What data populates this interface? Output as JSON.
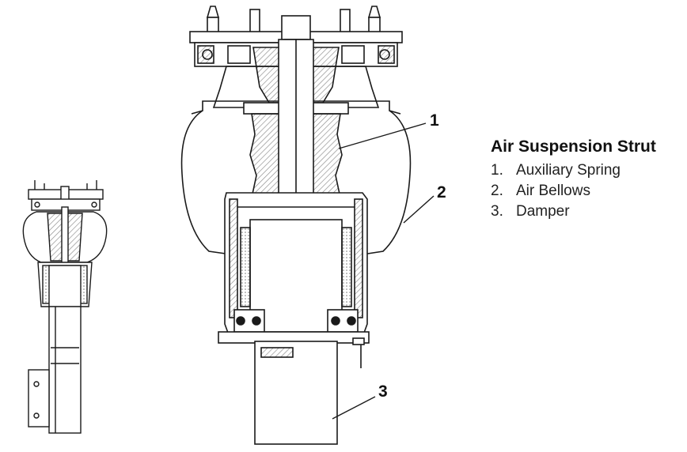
{
  "legend": {
    "title": "Air Suspension Strut",
    "items": [
      {
        "number": "1.",
        "label": "Auxiliary Spring"
      },
      {
        "number": "2.",
        "label": "Air Bellows"
      },
      {
        "number": "3.",
        "label": "Damper"
      }
    ]
  },
  "callouts": [
    {
      "id": "callout-1",
      "label": "1"
    },
    {
      "id": "callout-2",
      "label": "2"
    },
    {
      "id": "callout-3",
      "label": "3"
    }
  ],
  "colors": {
    "line": "#1a1a1a",
    "hatch": "#8a8a8a",
    "background": "#ffffff"
  }
}
